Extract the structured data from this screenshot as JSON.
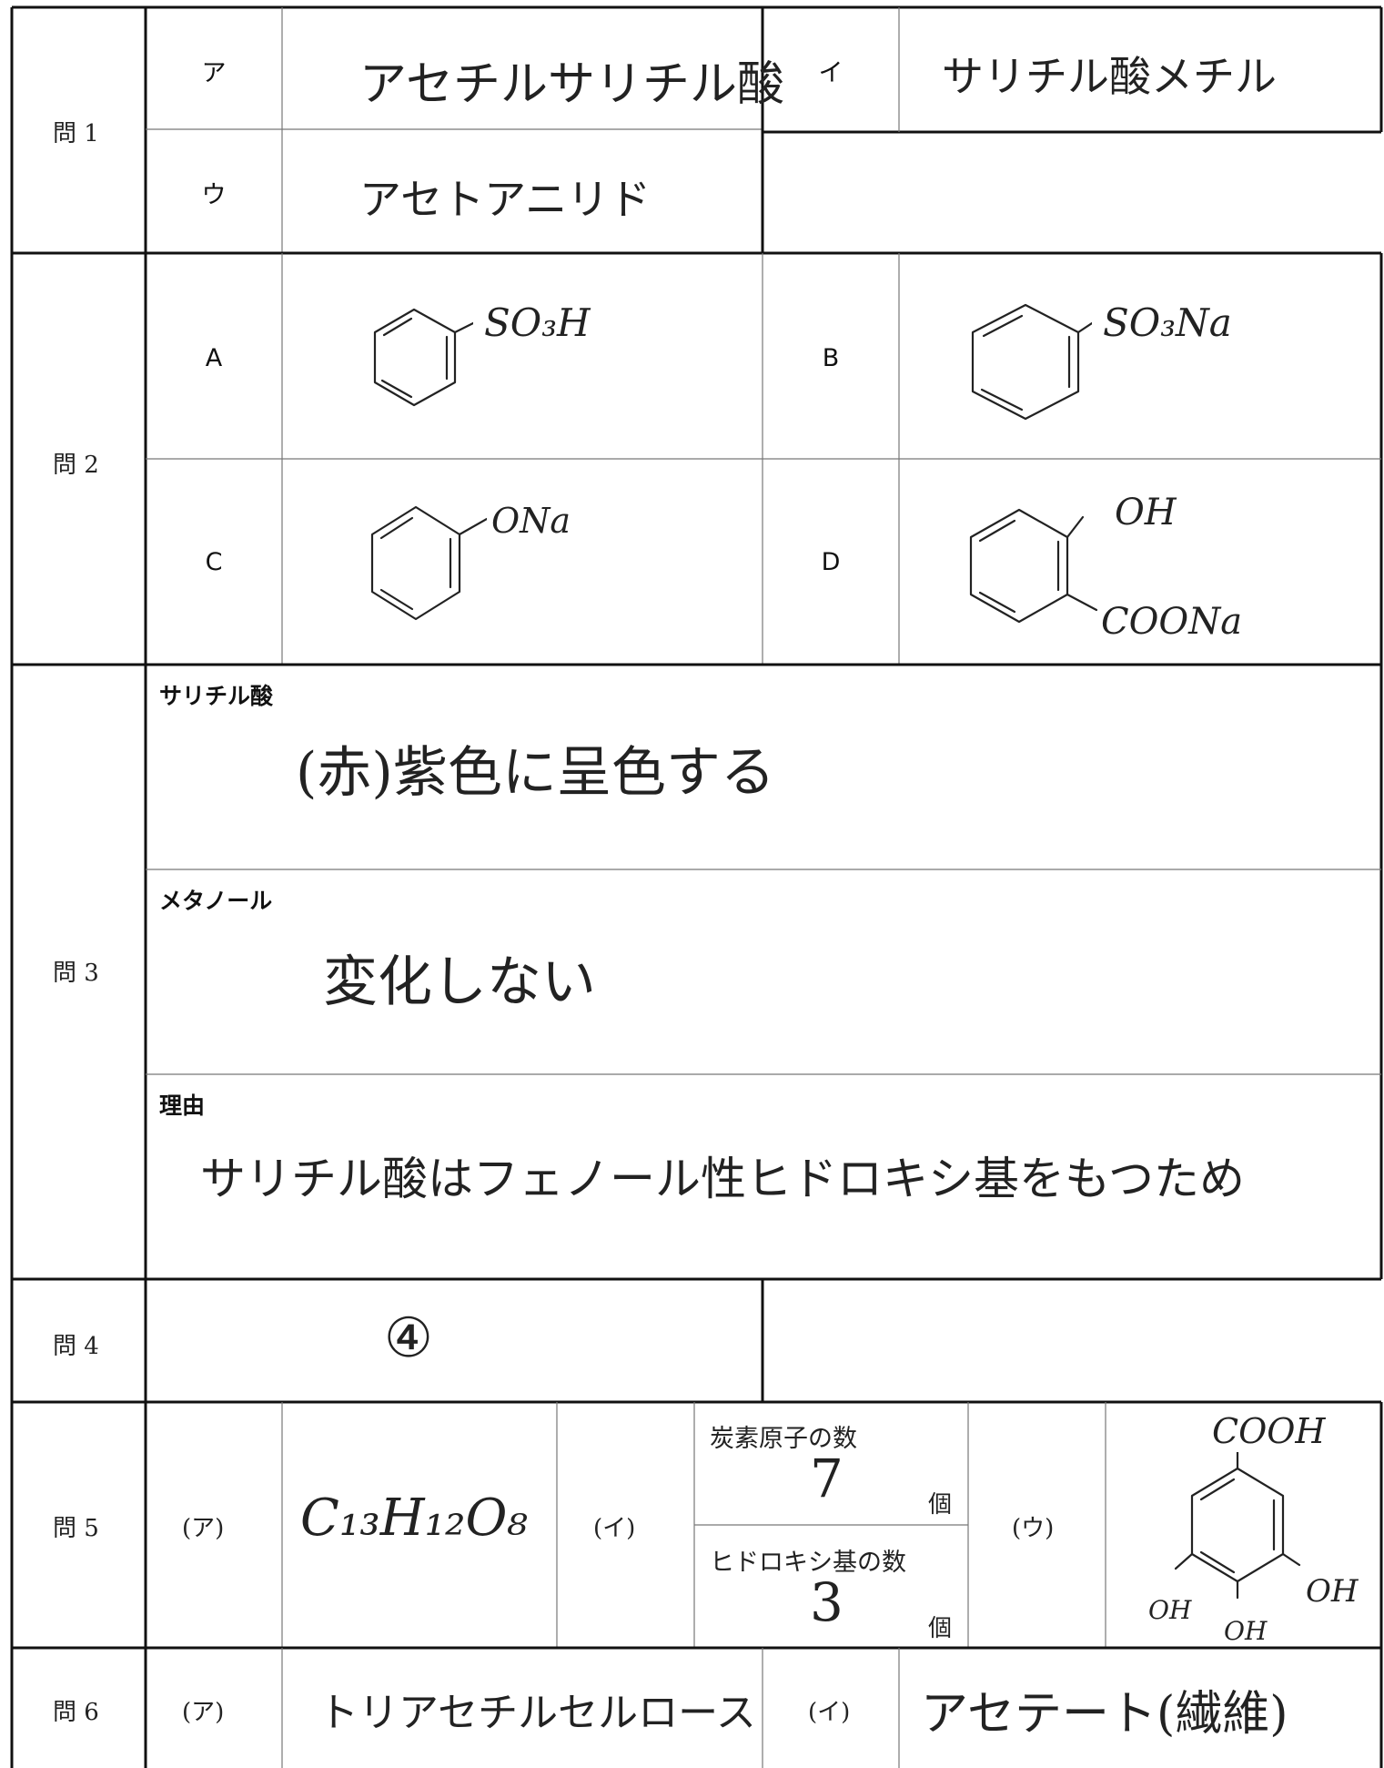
{
  "q1": {
    "label": "問 1",
    "a_key": "ア",
    "a_answer": "アセチルサリチル酸",
    "i_key": "イ",
    "i_answer": "サリチル酸メチル",
    "u_key": "ウ",
    "u_answer": "アセトアニリド"
  },
  "q2": {
    "label": "問 2",
    "a_key": "A",
    "a_group": "SO₃H",
    "b_key": "B",
    "b_group": "SO₃Na",
    "c_key": "C",
    "c_group": "ONa",
    "d_key": "D",
    "d_group1": "OH",
    "d_group2": "COONa"
  },
  "q3": {
    "label": "問 3",
    "salicylic_label": "サリチル酸",
    "salicylic_answer": "(赤)紫色に呈色する",
    "methanol_label": "メタノール",
    "methanol_answer": "変化しない",
    "reason_label": "理由",
    "reason_answer": "サリチル酸はフェノール性ヒドロキシ基をもつため"
  },
  "q4": {
    "label": "問 4",
    "answer": "④"
  },
  "q5": {
    "label": "問 5",
    "a_key": "(ア)",
    "a_answer": "C₁₃H₁₂O₈",
    "i_key": "(イ)",
    "carbon_label": "炭素原子の数",
    "carbon_value": "7",
    "carbon_unit": "個",
    "hydroxy_label": "ヒドロキシ基の数",
    "hydroxy_value": "3",
    "hydroxy_unit": "個",
    "u_key": "(ウ)",
    "u_top": "COOH",
    "u_oh_left": "OH",
    "u_oh_mid": "OH",
    "u_oh_right": "OH"
  },
  "q6": {
    "label": "問 6",
    "a_key": "(ア)",
    "a_answer": "トリアセチルセルロース",
    "i_key": "(イ)",
    "i_answer": "アセテート(繊維)"
  }
}
